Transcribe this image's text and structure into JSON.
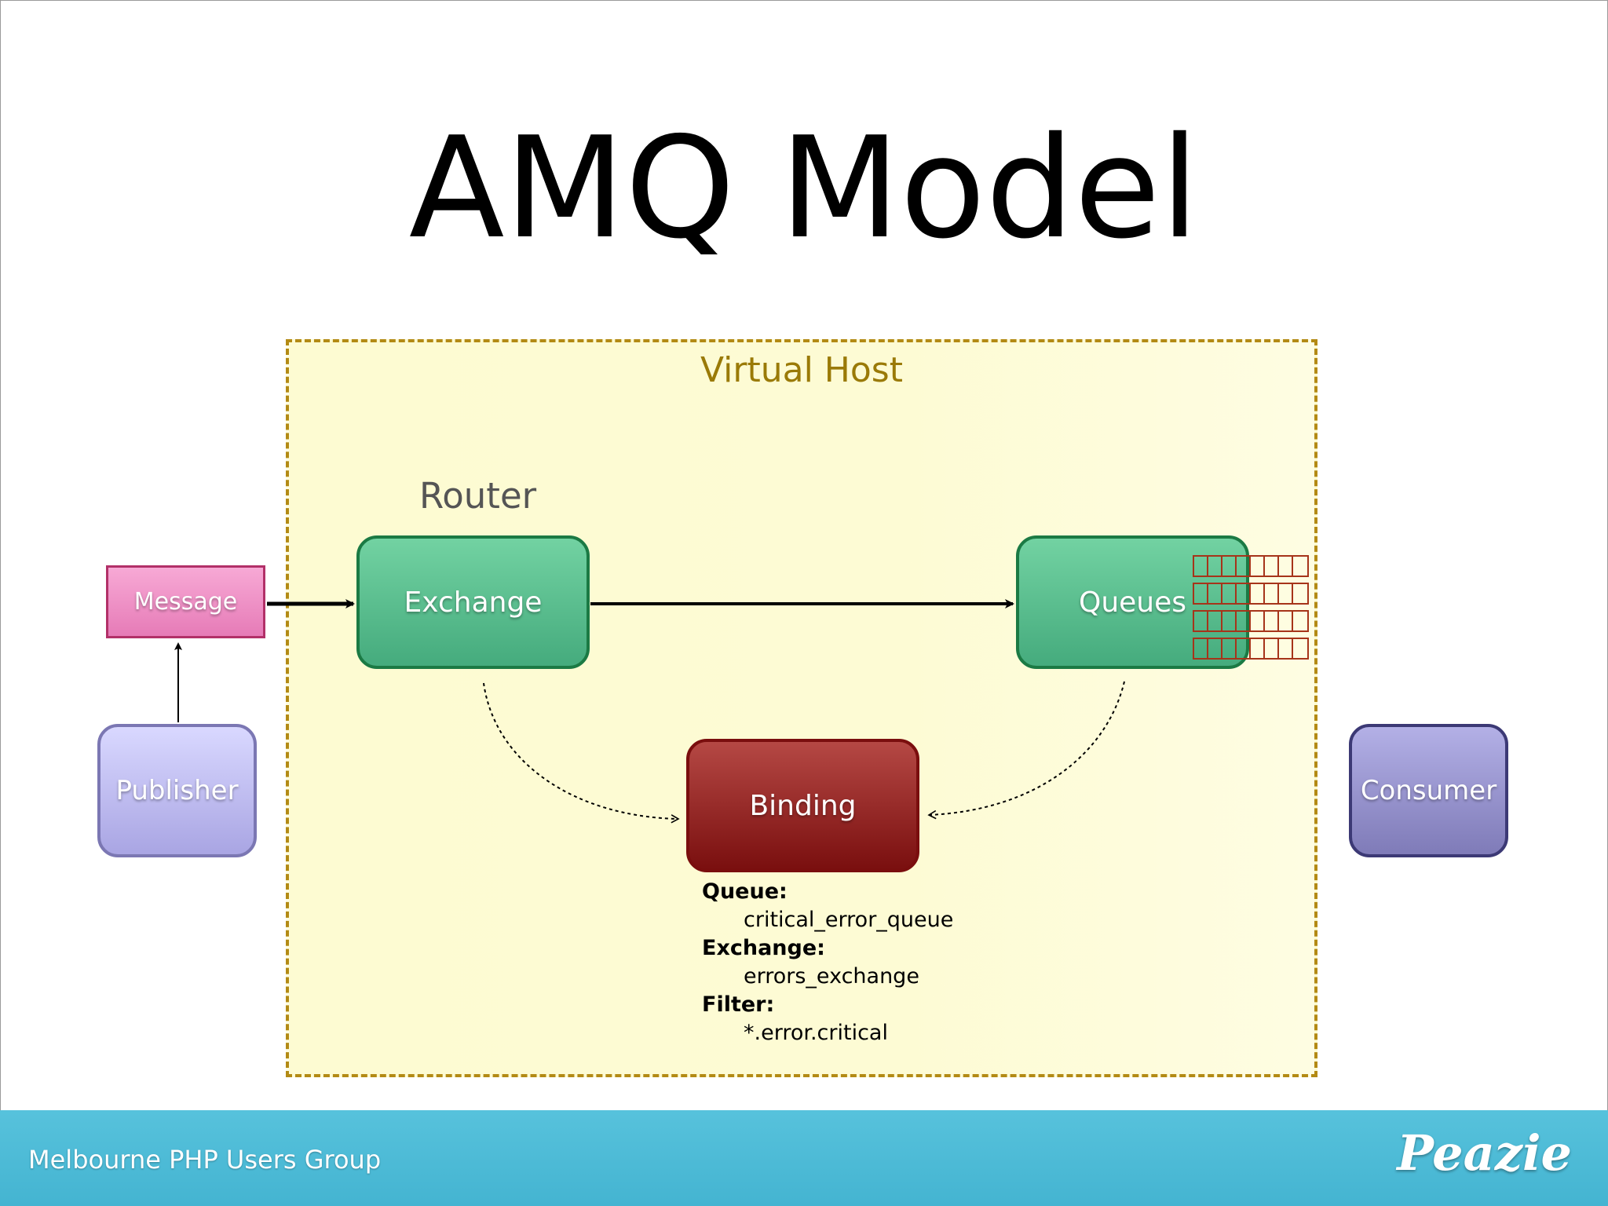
{
  "slide": {
    "title": "AMQ Model"
  },
  "diagram": {
    "virtual_host_label": "Virtual Host",
    "router_label": "Router",
    "nodes": {
      "message": "Message",
      "exchange": "Exchange",
      "queues": "Queues",
      "binding": "Binding",
      "publisher": "Publisher",
      "consumer": "Consumer"
    },
    "binding_details": {
      "queue_key": "Queue:",
      "queue_value": "critical_error_queue",
      "exchange_key": "Exchange:",
      "exchange_value": "errors_exchange",
      "filter_key": "Filter:",
      "filter_value": "*.error.critical"
    },
    "colors": {
      "exchange": "#4fb887",
      "binding": "#9b2a27",
      "message": "#ef90c6",
      "publisher": "#c4c2f2",
      "consumer": "#9592cf",
      "virtual_host": "#fdfbd2"
    }
  },
  "footer": {
    "group_name": "Melbourne PHP Users Group",
    "logo_text": "Peazie"
  }
}
